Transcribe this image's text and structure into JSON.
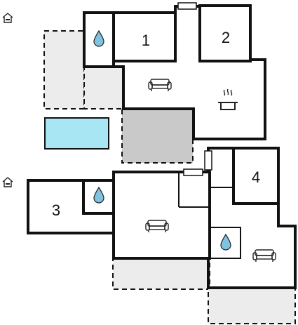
{
  "rooms": [
    {
      "id": "room-1",
      "label": "1"
    },
    {
      "id": "room-2",
      "label": "2"
    },
    {
      "id": "room-3",
      "label": "3"
    },
    {
      "id": "room-4",
      "label": "4"
    }
  ],
  "icons": [
    "house-icon",
    "water-drop-icon",
    "sofa-icon",
    "cooking-pot-icon",
    "pool-icon"
  ],
  "colors": {
    "wall": "#111111",
    "pool": "#a8e6f4",
    "terrace": "#ececec",
    "terrace_dark": "#c9c9c9",
    "water_drop": "#7fc3e0"
  }
}
